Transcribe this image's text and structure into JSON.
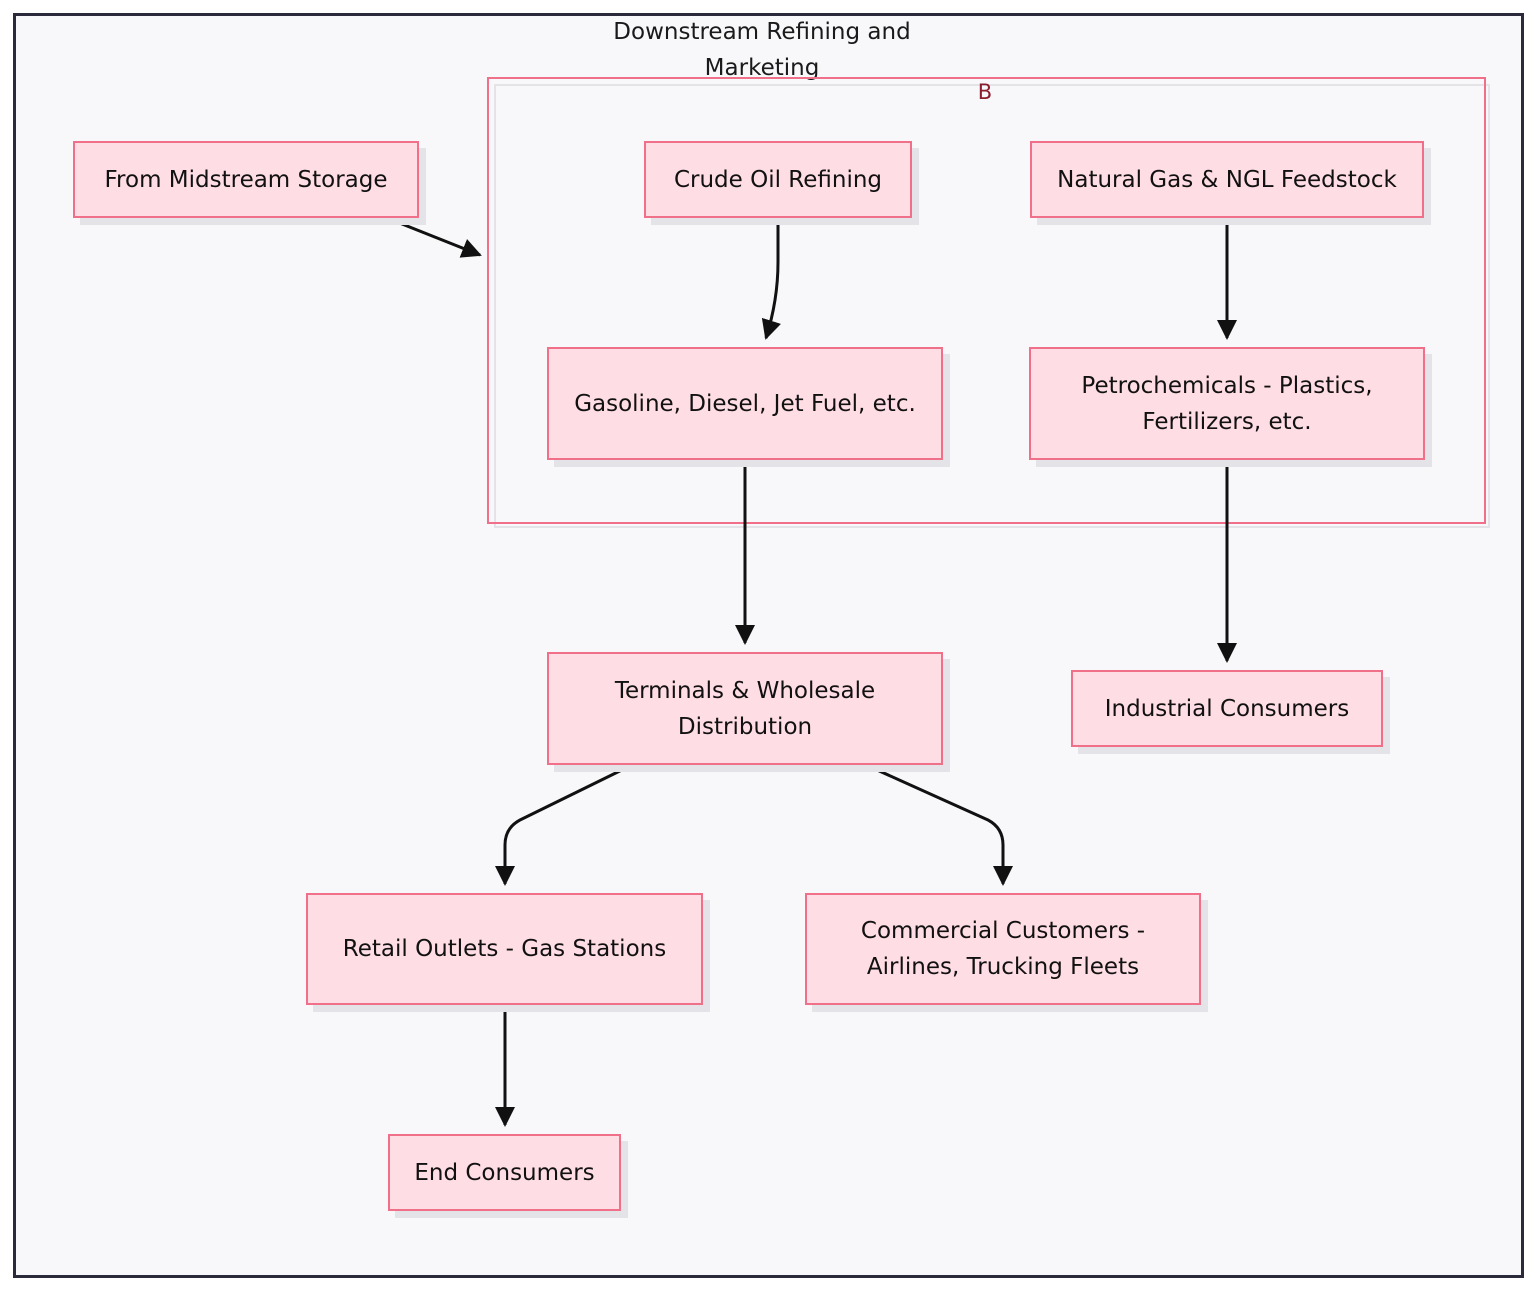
{
  "diagram": {
    "title": "Downstream Refining and Marketing",
    "subgraph_label": "B",
    "nodes": {
      "midstream": "From Midstream Storage",
      "crude": "Crude Oil Refining",
      "natgas": "Natural Gas & NGL Feedstock",
      "fuels": "Gasoline, Diesel, Jet Fuel, etc.",
      "petrochem": "Petrochemicals - Plastics, Fertilizers, etc.",
      "terminals": "Terminals & Wholesale Distribution",
      "industrial": "Industrial Consumers",
      "retail": "Retail Outlets - Gas Stations",
      "commercial": "Commercial Customers - Airlines, Trucking Fleets",
      "end": "End Consumers"
    },
    "edges": [
      {
        "from": "midstream",
        "to": "subgraph-B"
      },
      {
        "from": "crude",
        "to": "fuels"
      },
      {
        "from": "natgas",
        "to": "petrochem"
      },
      {
        "from": "fuels",
        "to": "terminals"
      },
      {
        "from": "petrochem",
        "to": "industrial"
      },
      {
        "from": "terminals",
        "to": "retail"
      },
      {
        "from": "terminals",
        "to": "commercial"
      },
      {
        "from": "retail",
        "to": "end"
      }
    ],
    "colors": {
      "node_fill": "#ffdde4",
      "node_border": "#f0708a",
      "subgraph_label": "#8a1e2e",
      "edge": "#111111"
    }
  }
}
